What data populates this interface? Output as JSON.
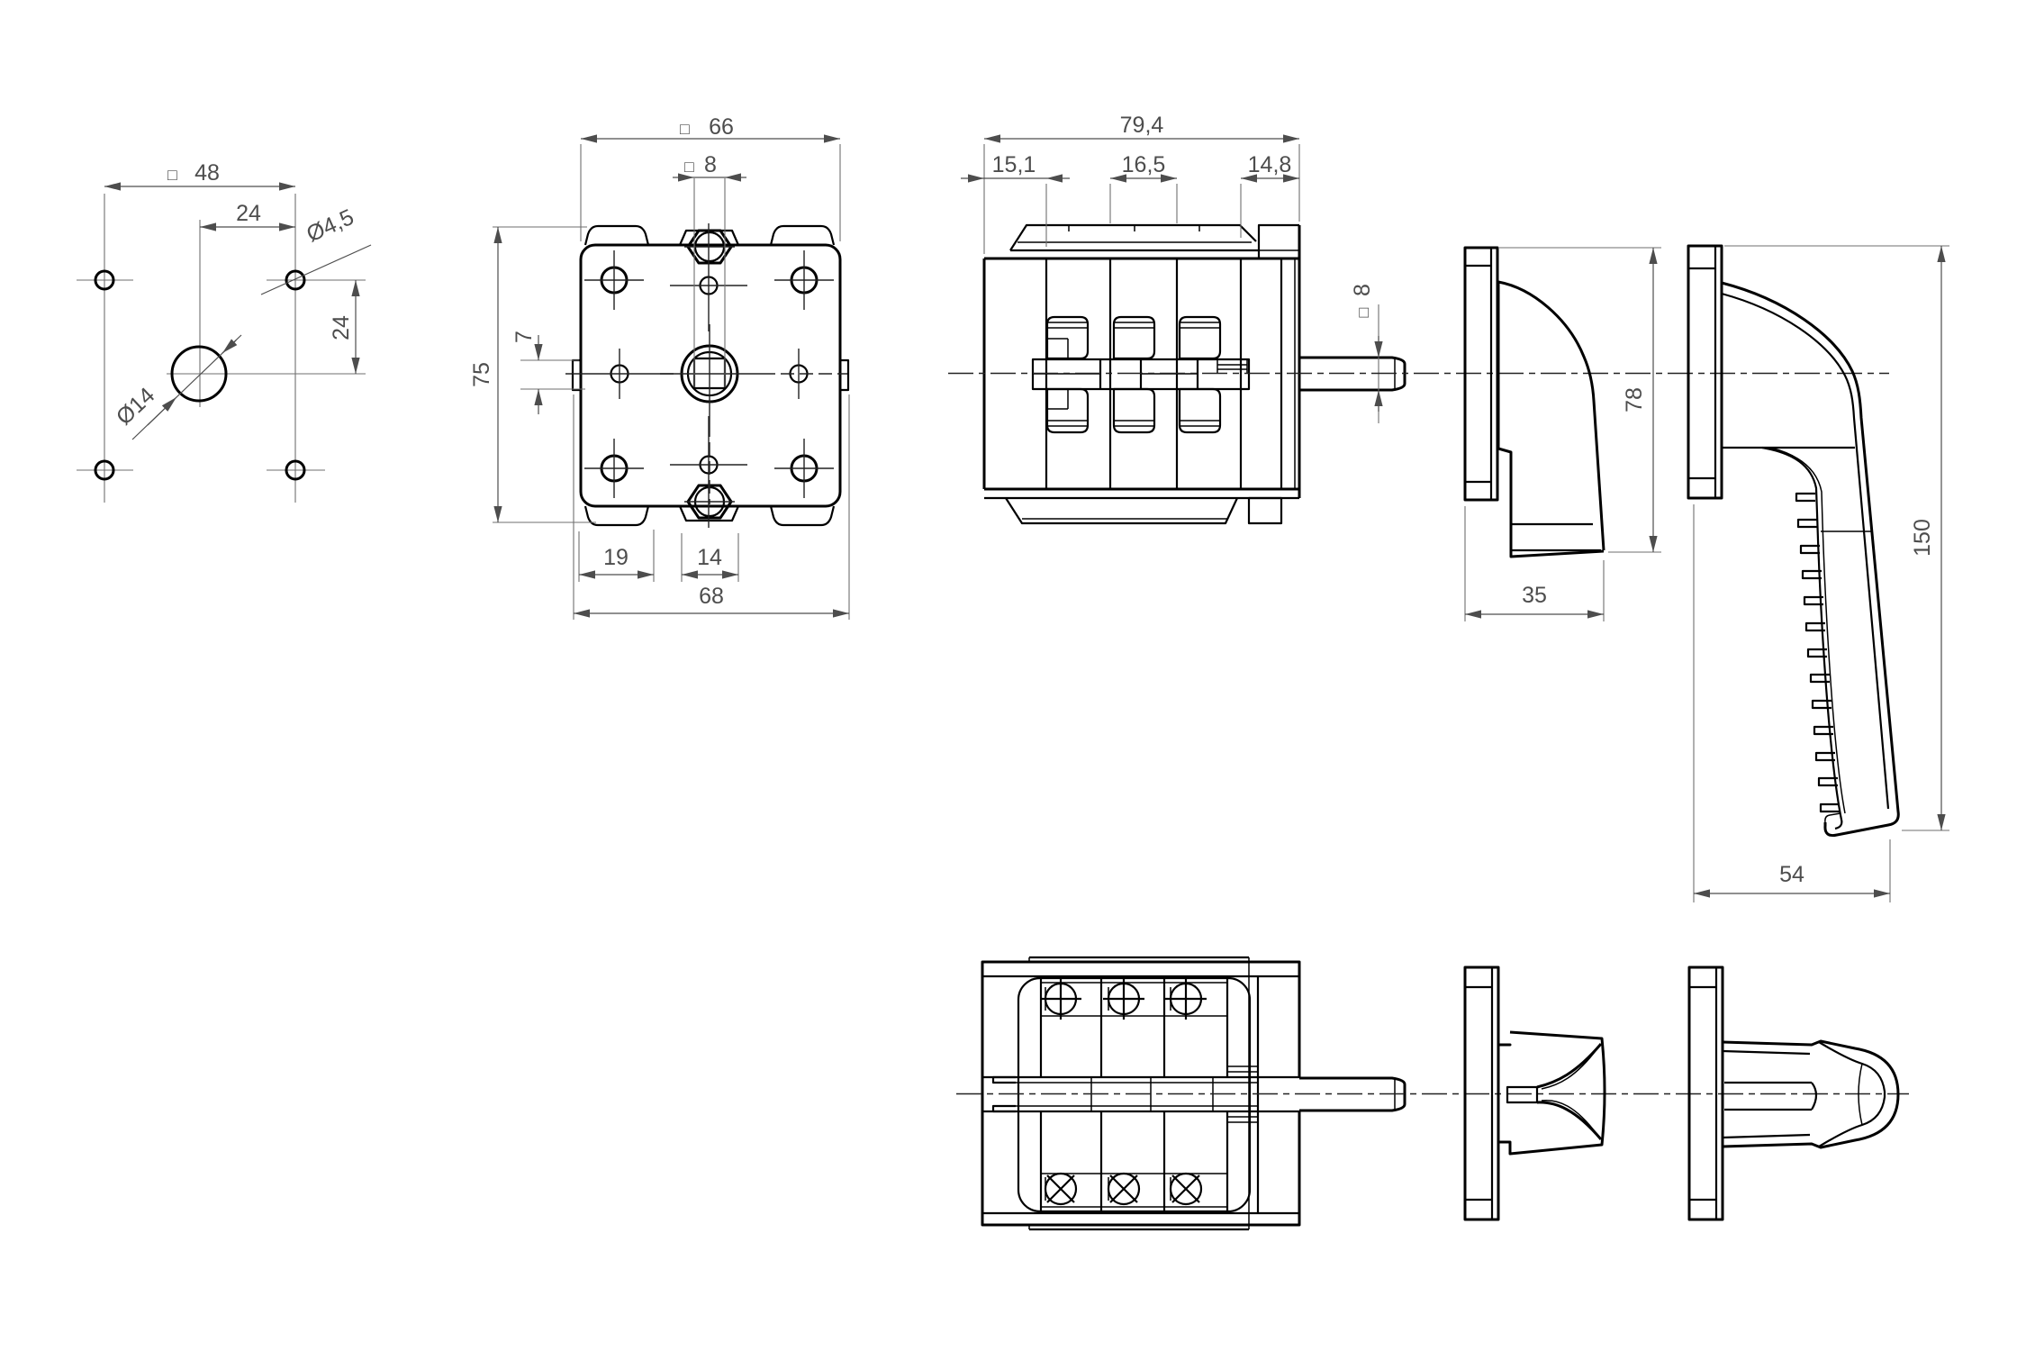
{
  "drawing": {
    "background": "#ffffff",
    "line_color": "#000000",
    "dim_color": "#4d4d4d"
  },
  "dims": {
    "drill": {
      "square": "□",
      "width": "48",
      "offset_h": "24",
      "offset_v": "24",
      "hole_small": "Ø4,5",
      "hole_center": "Ø14"
    },
    "front": {
      "square": "□",
      "width": "66",
      "shaft_square": "□",
      "shaft": "8",
      "height": "75",
      "tab": "7",
      "foot": "19",
      "center_tab": "14",
      "total_width": "68"
    },
    "side": {
      "depth": "79,4",
      "front_section": "15,1",
      "pole_section": "16,5",
      "rear_section": "14,8",
      "shaft_square": "□",
      "shaft": "8"
    },
    "small_handle": {
      "height": "78",
      "depth": "35"
    },
    "large_handle": {
      "height": "150",
      "width": "54"
    }
  }
}
